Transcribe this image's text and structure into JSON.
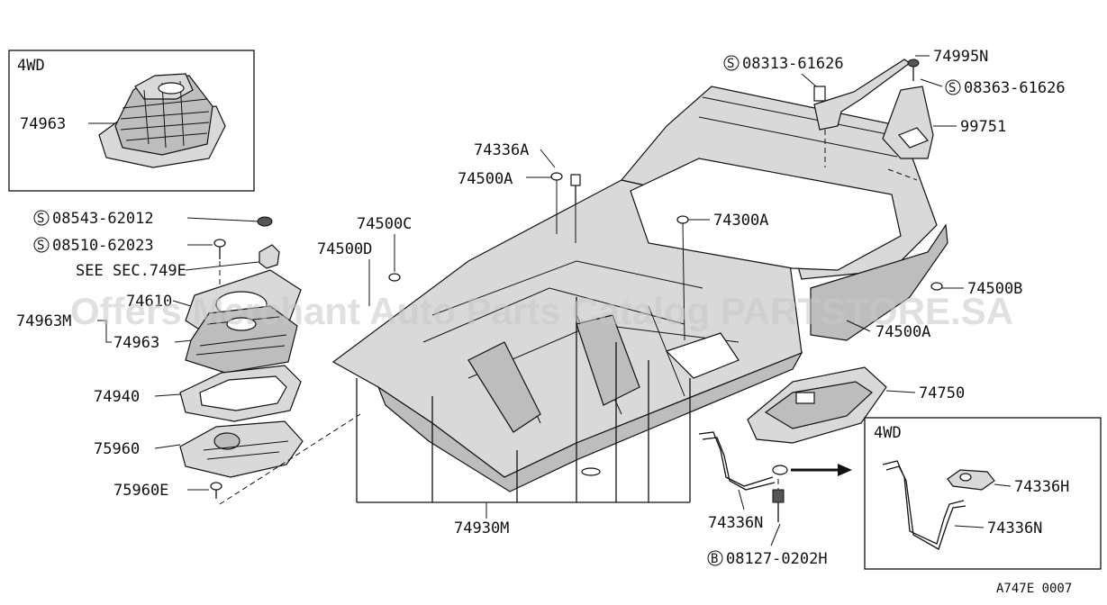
{
  "inset_top_left": {
    "title": "4WD",
    "part": "74963"
  },
  "inset_bottom_right": {
    "title": "4WD",
    "parts": [
      "74336H",
      "74336N"
    ]
  },
  "labels": {
    "p74336A": "74336A",
    "p74500A_top": "74500A",
    "p74500C": "74500C",
    "p74500D": "74500D",
    "p74300A": "74300A",
    "p74500B": "74500B",
    "p74500A_right": "74500A",
    "p74750": "74750",
    "p74930M": "74930M",
    "p74336N": "74336N",
    "p74995N": "74995N",
    "p99751": "99751",
    "s08313": "08313-61626",
    "s08363": "08363-61626",
    "s08543": "08543-62012",
    "s08510": "08510-62023",
    "see_sec": "SEE SEC.749E",
    "p74610": "74610",
    "p74963M": "74963M",
    "p74963": "74963",
    "p74940": "74940",
    "p75960": "75960",
    "p75960E": "75960E",
    "b08127": "08127-0202H"
  },
  "symbols": {
    "screw": "S",
    "bolt": "B"
  },
  "watermark": "Offers Merchant Auto Parts Catalog PARTSTORE.SA",
  "diagram_code": "A747E 0007"
}
